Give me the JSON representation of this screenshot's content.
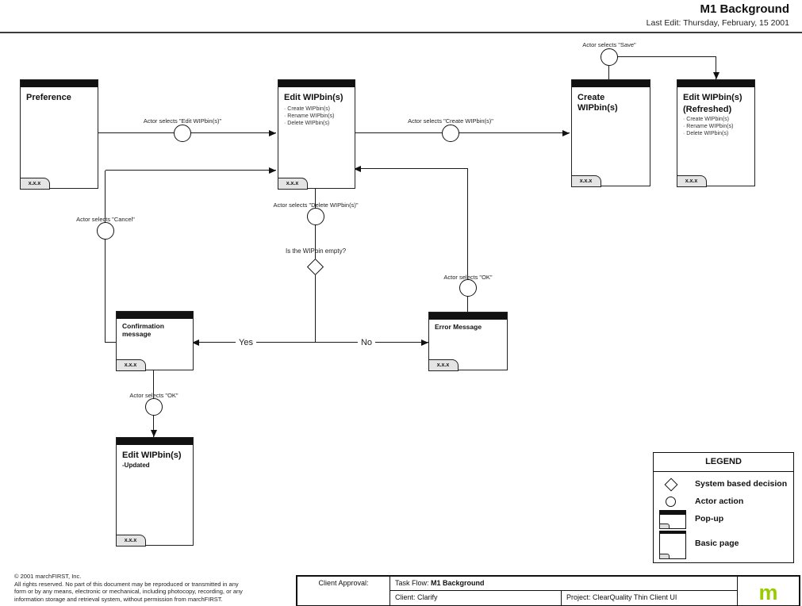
{
  "header": {
    "title": "M1 Background",
    "subtitle": "Last Edit: Thursday, February, 15 2001"
  },
  "nodes": {
    "preference": {
      "title": "Preference",
      "tab": "x.x.x"
    },
    "edit": {
      "title": "Edit WIPbin(s)",
      "bullets": [
        "· Create WIPbin(s)",
        "· Rename WIPbin(s)",
        "· Delete WIPbin(s)"
      ],
      "tab": "x.x.x"
    },
    "create": {
      "title": "Create WIPbin(s)",
      "tab": "x.x.x"
    },
    "refreshed": {
      "title": "Edit WIPbin(s)",
      "subtitle": "(Refreshed)",
      "bullets": [
        "· Create WIPbin(s)",
        "· Rename WIPbin(s)",
        "· Delete WIPbin(s)"
      ],
      "tab": "x.x.x"
    },
    "confirmation": {
      "title": "Confirmation message",
      "tab": "x.x.x"
    },
    "error": {
      "title": "Error Message",
      "tab": "x.x.x"
    },
    "updated": {
      "title": "Edit WIPbin(s)",
      "subtitle": "-Updated",
      "tab": "x.x.x"
    }
  },
  "edges": {
    "edit_label": "Actor selects \"Edit WIPbin(s)\"",
    "create_label": "Actor selects \"Create WIPbin(s)\"",
    "save_label": "Actor selects \"Save\"",
    "cancel_label": "Actor selects \"Cancel\"",
    "delete_label": "Actor selects \"Delete WIPbin(s)\"",
    "decision_label": "Is the WIPbin empty?",
    "ok_error_label": "Actor selects \"OK\"",
    "ok_confirm_label": "Actor selects \"OK\"",
    "yes": "Yes",
    "no": "No"
  },
  "legend": {
    "title": "LEGEND",
    "items": [
      {
        "icon": "diamond-icon",
        "label": "System based decision"
      },
      {
        "icon": "circle-icon",
        "label": "Actor action"
      },
      {
        "icon": "popup-icon",
        "label": "Pop-up"
      },
      {
        "icon": "basic-page-icon",
        "label": "Basic page"
      }
    ]
  },
  "footer": {
    "copyright": [
      "©  2001 marchFIRST, Inc.",
      "All rights reserved. No part of this document may be reproduced or transmitted in any",
      "form or by any means, electronic or mechanical, including photocopy, recording, or any",
      "information storage and retrieval system, without permission from marchFIRST."
    ],
    "approval_label": "Client Approval:",
    "task_flow_label": "Task Flow:",
    "task_flow_value": "M1 Background",
    "client_label": "Client:",
    "client_value": "Clarify",
    "project_label": "Project:",
    "project_value": "ClearQuality Thin Client UI",
    "logo_text": "m",
    "logo_color": "#99CC00"
  }
}
